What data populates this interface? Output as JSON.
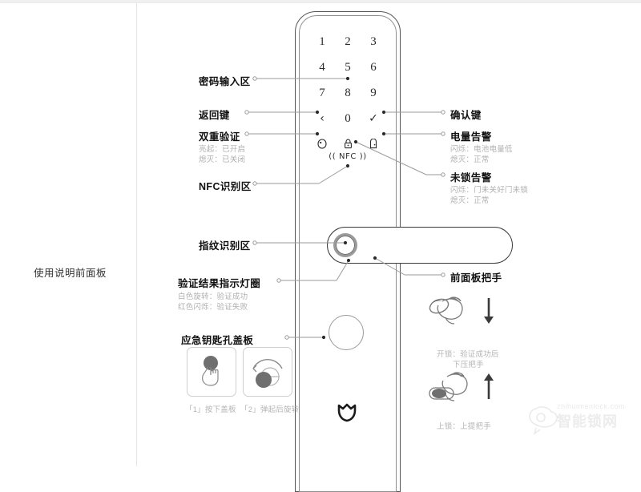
{
  "page": {
    "side_label": "使用说明前面板"
  },
  "device": {
    "keypad": {
      "rows": [
        [
          "1",
          "2",
          "3"
        ],
        [
          "4",
          "5",
          "6"
        ],
        [
          "7",
          "8",
          "9"
        ],
        [
          "‹",
          "0",
          "✓"
        ]
      ],
      "icons": [
        "tag-icon",
        "lock-icon",
        "door-icon"
      ]
    },
    "nfc_mark": "(( NFC ))",
    "logo": "mijia-logo"
  },
  "labels_left": [
    {
      "id": "password-area",
      "text": "密码输入区"
    },
    {
      "id": "back-key",
      "text": "返回键"
    },
    {
      "id": "dual-verify",
      "text": "双重验证"
    },
    {
      "id": "nfc-area",
      "text": "NFC识别区"
    },
    {
      "id": "fingerprint-area",
      "text": "指纹识别区"
    },
    {
      "id": "result-light-ring",
      "text": "验证结果指示灯圈"
    },
    {
      "id": "emergency-key-cover",
      "text": "应急钥匙孔盖板"
    }
  ],
  "labels_right": [
    {
      "id": "confirm-key",
      "text": "确认键"
    },
    {
      "id": "battery-alarm",
      "text": "电量告警"
    },
    {
      "id": "unlocked-alarm",
      "text": "未锁告警"
    },
    {
      "id": "front-panel-handle",
      "text": "前面板把手"
    }
  ],
  "notes": {
    "dual_verify": [
      "亮起：已开启",
      "熄灭：已关闭"
    ],
    "battery_alarm": [
      "闪烁：电池电量低",
      "熄灭：正常"
    ],
    "unlocked_alarm": [
      "闪烁：门未关好门未锁",
      "熄灭：正常"
    ],
    "result_ring": [
      "白色旋转：验证成功",
      "红色闪烁：验证失败"
    ]
  },
  "steps": [
    {
      "id": "press-cover",
      "caption": "「1」按下盖板"
    },
    {
      "id": "rotate-after-popup",
      "caption": "「2」弹起后旋转"
    }
  ],
  "handle_usage": [
    {
      "id": "unlock",
      "lines": [
        "开锁：验证成功后",
        "下压把手"
      ]
    },
    {
      "id": "lock",
      "lines": [
        "上锁：上提把手"
      ]
    }
  ],
  "watermark": {
    "top_text": "zhihuimenlock.com",
    "main_text": "智能锁网"
  },
  "colors": {
    "line": "#8d8d8d",
    "label": "#111111",
    "note": "#b0b0b0",
    "device_stroke": "#555555"
  }
}
